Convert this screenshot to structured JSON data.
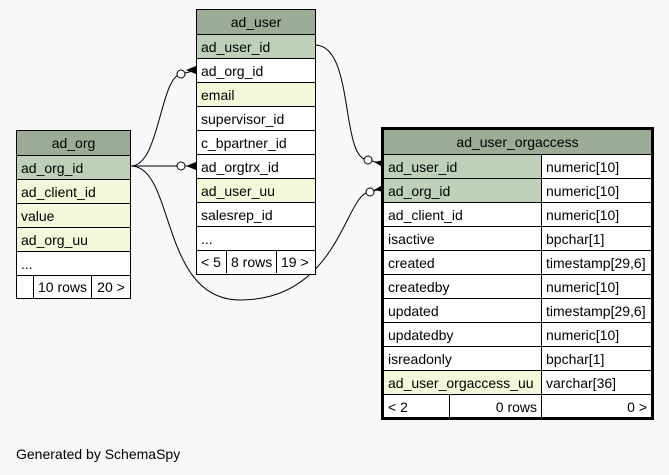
{
  "tables": {
    "ad_org": {
      "name": "ad_org",
      "columns": [
        {
          "name": "ad_org_id",
          "style": "pk"
        },
        {
          "name": "ad_client_id",
          "style": "idx"
        },
        {
          "name": "value",
          "style": "idx"
        },
        {
          "name": "ad_org_uu",
          "style": "idx"
        },
        {
          "name": "...",
          "style": "plain"
        }
      ],
      "footer": {
        "left": "",
        "middle": "10 rows",
        "right": "20 >"
      }
    },
    "ad_user": {
      "name": "ad_user",
      "columns": [
        {
          "name": "ad_user_id",
          "style": "pk"
        },
        {
          "name": "ad_org_id",
          "style": "plain"
        },
        {
          "name": "email",
          "style": "idx"
        },
        {
          "name": "supervisor_id",
          "style": "plain"
        },
        {
          "name": "c_bpartner_id",
          "style": "plain"
        },
        {
          "name": "ad_orgtrx_id",
          "style": "plain"
        },
        {
          "name": "ad_user_uu",
          "style": "idx"
        },
        {
          "name": "salesrep_id",
          "style": "plain"
        },
        {
          "name": "...",
          "style": "plain"
        }
      ],
      "footer": {
        "left": "< 5",
        "middle": "8 rows",
        "right": "19 >"
      }
    },
    "ad_user_orgaccess": {
      "name": "ad_user_orgaccess",
      "columns": [
        {
          "name": "ad_user_id",
          "type": "numeric[10]",
          "style": "pk"
        },
        {
          "name": "ad_org_id",
          "type": "numeric[10]",
          "style": "pk"
        },
        {
          "name": "ad_client_id",
          "type": "numeric[10]",
          "style": "plain"
        },
        {
          "name": "isactive",
          "type": "bpchar[1]",
          "style": "plain"
        },
        {
          "name": "created",
          "type": "timestamp[29,6]",
          "style": "plain"
        },
        {
          "name": "createdby",
          "type": "numeric[10]",
          "style": "plain"
        },
        {
          "name": "updated",
          "type": "timestamp[29,6]",
          "style": "plain"
        },
        {
          "name": "updatedby",
          "type": "numeric[10]",
          "style": "plain"
        },
        {
          "name": "isreadonly",
          "type": "bpchar[1]",
          "style": "plain"
        },
        {
          "name": "ad_user_orgaccess_uu",
          "type": "varchar[36]",
          "style": "idx"
        }
      ],
      "footer": {
        "left": "< 2",
        "middle": "0 rows",
        "right": "0 >"
      }
    }
  },
  "generated_by": "Generated by SchemaSpy"
}
